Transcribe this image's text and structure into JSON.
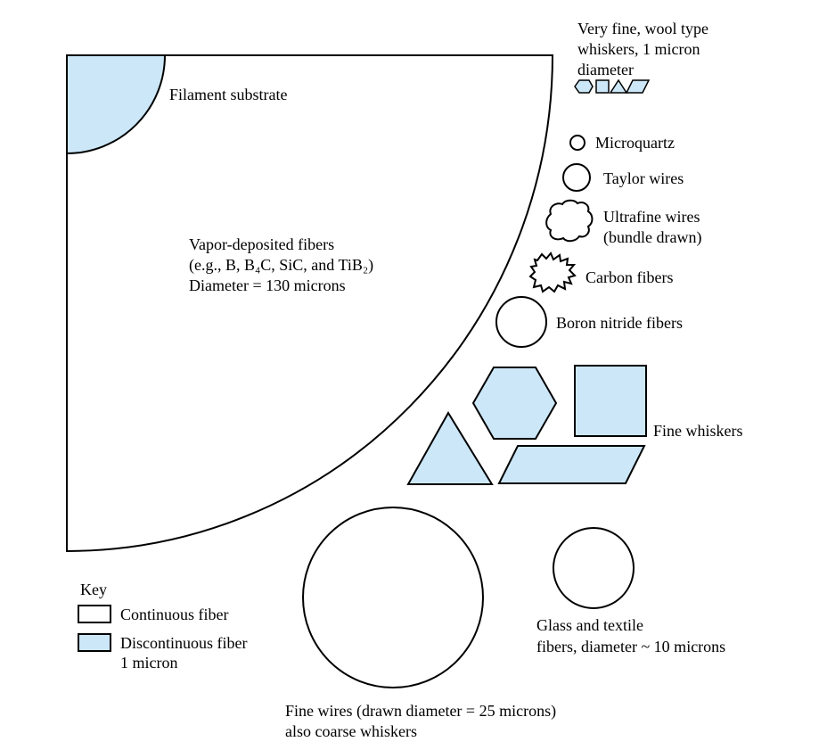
{
  "figure": {
    "description": "Cross-section size comparison of reinforcement fiber types",
    "colors": {
      "background": "#ffffff",
      "continuous_fill": "#ffffff",
      "discontinuous_fill": "#cce7f8",
      "outline": "#000000"
    },
    "labels": {
      "filament_substrate": "Filament substrate",
      "vapor_line1": "Vapor-deposited fibers",
      "vapor_line2": "(e.g., B, B₄C, SiC, and TiB₂)",
      "vapor_line3": "Diameter = 130 microns",
      "wool_line1": "Very fine, wool type",
      "wool_line2": "whiskers, 1 micron",
      "wool_line3": "diameter",
      "microquartz": "Microquartz",
      "taylor_wires": "Taylor wires",
      "ultrafine_line1": "Ultrafine wires",
      "ultrafine_line2": "(bundle drawn)",
      "carbon_fibers": "Carbon fibers",
      "boron_nitride": "Boron nitride fibers",
      "fine_whiskers": "Fine whiskers",
      "glass_line1": "Glass and textile",
      "glass_line2": "fibers, diameter ~ 10 microns",
      "fine_wires_line1": "Fine wires (drawn diameter = 25 microns)",
      "fine_wires_line2": "also coarse whiskers"
    },
    "key": {
      "title": "Key",
      "continuous_label": "Continuous fiber",
      "discontinuous_line1": "Discontinuous fiber",
      "discontinuous_line2": "1 micron"
    }
  }
}
